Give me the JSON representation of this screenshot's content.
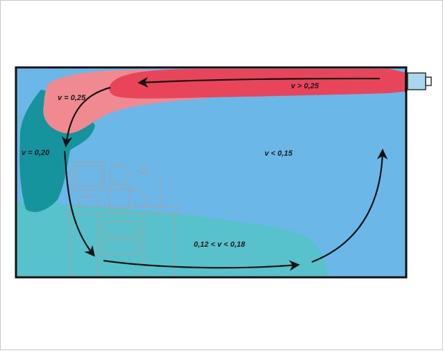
{
  "labels": {
    "jet": "v > 0,25",
    "corner": "v = 0,25",
    "left_wall": "v = 0,20",
    "center": "v < 0,15",
    "occupied": "0,12 < v <  0,18"
  },
  "colors": {
    "room_fill": "#6bb8e8",
    "room_border": "#111111",
    "jet": "#e8445a",
    "jet_fade": "#f08a90",
    "left_zone": "#16949e",
    "floor_zone": "#58c2cc",
    "furniture_outline": "#9aa5ab",
    "arrow": "#111111",
    "unit_fill": "#a9d8ee"
  }
}
